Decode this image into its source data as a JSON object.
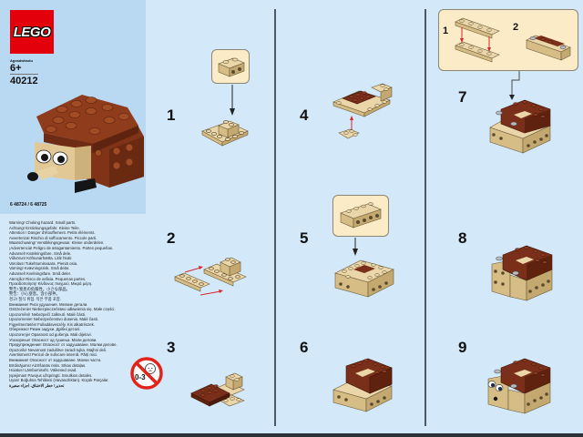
{
  "header": {
    "brand": "LEGO",
    "age_label": "Ageadwbsdu",
    "age": "6+",
    "set_number": "40212",
    "item_codes": "6 48724 / 6 48725"
  },
  "box_art": {
    "subject": "hedgehog",
    "colors": {
      "brown": "#8a3b1c",
      "tan": "#e4cd9b",
      "black": "#151515",
      "white": "#ffffff"
    }
  },
  "warnings": [
    "Warning! Choking hazard. Small parts.",
    "Achtung! Erstickungsgefahr. Kleine Teile.",
    "Attention ! Danger d'étouffement. Petits éléments.",
    "Avvertenza! Rischio di soffocamento. Piccole parti.",
    "Waarschuwing! Verstikkingsgevaar. Kleine onderdelen.",
    "¡Advertencia! Peligro de atragantamiento. Partes pequeñas.",
    "Advarsel! Kvælningsfare. Små dele.",
    "Viðvörun! Köfnunarhætta. Litlir hlutir.",
    "Varoitus! Tukehtumisvaara. Pieniä osia.",
    "Varning! Kvävningsrisk. Små delar.",
    "Advarsel! Kvelningsfare. Små deler.",
    "Atenção! Risco de asfixia. Pequenas partes.",
    "Προειδοποίηση! Κίνδυνος πνιγμού. Μικρά μέρη.",
    "警告! 窒息の危険性。小さな部品。",
    "警告：小心窒息。含小部件。",
    "경고! 질식 위험. 작은 부품 포함.",
    "Внимание! Риск удушения. Мелкие детали.",
    "Ostrzeżenie! Niebezpieczeństwo udławienia się. Małe części.",
    "Upozornění! Nebezpečí zalknutí. Malé části.",
    "Upozornenie! Nebezpečenstvo dusenia. Malé časti.",
    "Figyelmeztetés! Fulladásveszély. Kis alkatrészek.",
    "Обережно! Ризик задухи. Дрібні деталі.",
    "Upozorenje! Opasnost od gušenja. Mali dijelovi.",
    "Упозорење! Опасност од гушења. Мали делови.",
    "Предупреждение! Опасност от задушаване. Малки делове.",
    "Opozorilo! Nevarnost zadušitve zaradi tujka. Majhni deli.",
    "Avertisment! Pericol de sufocare internă. Părți mici.",
    "Внимание! Опасност от задушаване. Малки части.",
    "Brīdinājums! Aizrīšanās risks. Sīkas detaļas.",
    "Hoiatus! Lämbumisoht. Väikesed osad.",
    "Įspėjimas! Pavojus užspringti. Smulkios detalės.",
    "Uyarı! Boğulma Tehlikesi (Havasızlıktan). Küçük Parçalar.",
    "تحذير! خطر الاختناق. أجزاء صغيرة"
  ],
  "age_warning_icon": {
    "label": "0-3"
  },
  "steps": [
    {
      "number": "1",
      "callout": true
    },
    {
      "number": "2",
      "callout": false
    },
    {
      "number": "3",
      "callout": false
    },
    {
      "number": "4",
      "callout": false
    },
    {
      "number": "5",
      "callout": true
    },
    {
      "number": "6",
      "callout": false
    },
    {
      "number": "7",
      "callout": true,
      "sub_steps": [
        "1",
        "2"
      ]
    },
    {
      "number": "8",
      "callout": false
    },
    {
      "number": "9",
      "callout": false
    }
  ],
  "colors": {
    "page_bg": "#d3e9fa",
    "box_bg": "#b9d9f3",
    "callout_bg": "#fcebc7",
    "divider": "#4b5866",
    "tan": "#e4cd9b",
    "tan_dark": "#c7ae78",
    "brown": "#7a2f1a",
    "arrow_red": "#d8252b",
    "stud_gray": "#b8bcc0"
  }
}
